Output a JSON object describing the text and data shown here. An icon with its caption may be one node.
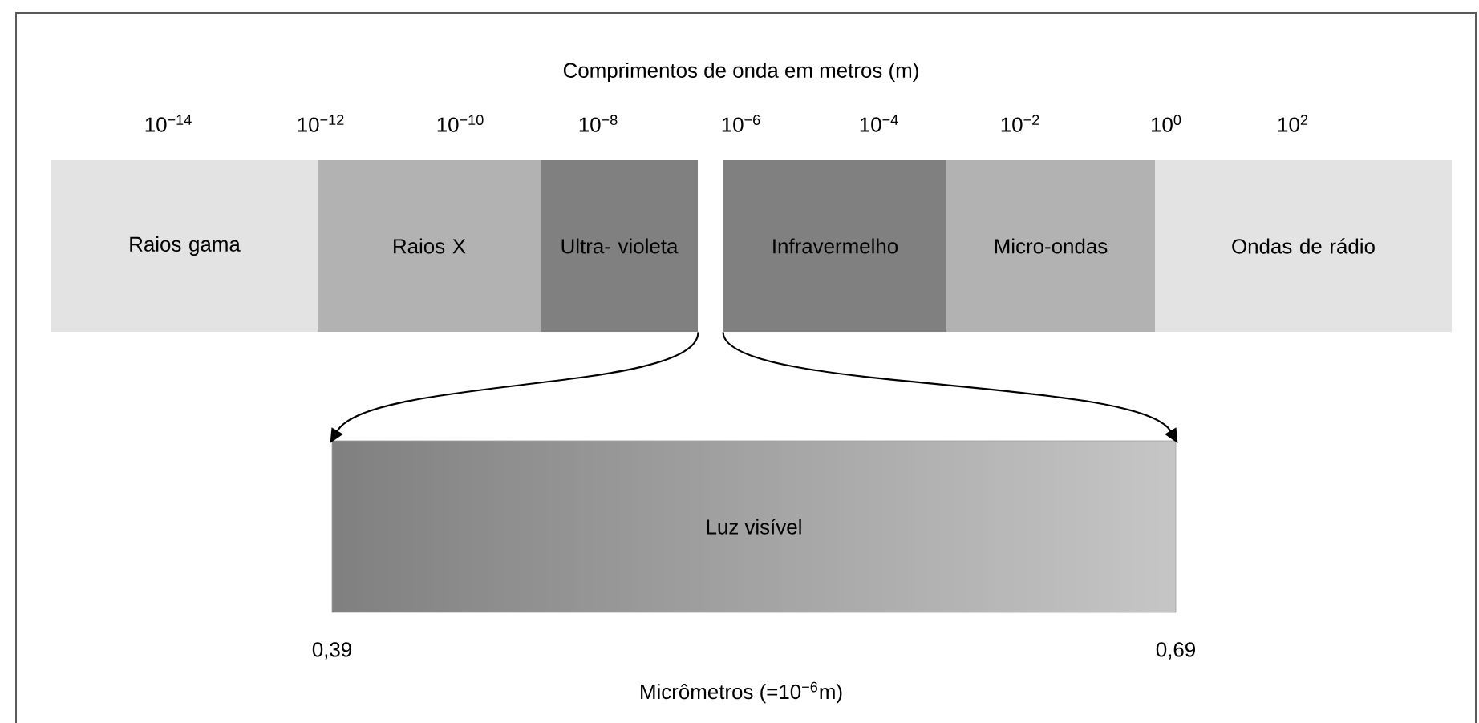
{
  "diagram": {
    "title": "Comprimentos de onda em metros (m)",
    "nodes": [
      {
        "text": [
          "Raios gama"
        ]
      },
      {
        "text": [
          "Raios X"
        ]
      },
      {
        "text": [
          "Ultra- violeta"
        ]
      },
      {
        "text": [
          "Infravermelho"
        ]
      },
      {
        "text": [
          "Micro-ondas"
        ]
      },
      {
        "text": [
          "Ondas de rádio"
        ]
      },
      {
        "text": [
          "Luz visível"
        ]
      }
    ],
    "edges": [
      {
        "from": 2,
        "to": 6,
        "arrow": "to"
      },
      {
        "from": 3,
        "to": 6,
        "arrow": "to"
      }
    ],
    "labels": [
      "10$^{−14}$",
      "10$^{−12}$",
      "10$^{−10}$",
      "10$^{−8}$",
      "10$^{−6}$",
      "10$^{−4}$",
      "10$^{−2}$",
      "10$^{0}$",
      "10$^{2}$",
      "0,39",
      "0,69",
      "Micrômetros (=10$^{−6}$m)"
    ]
  }
}
